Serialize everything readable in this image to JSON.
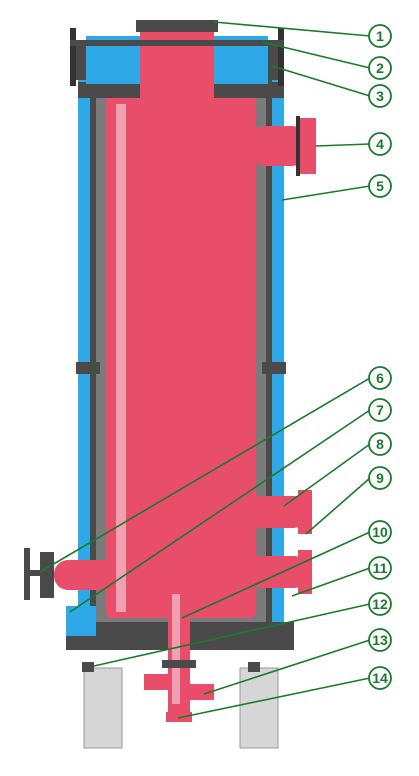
{
  "diagram": {
    "callouts": [
      {
        "id": 1,
        "label": "1"
      },
      {
        "id": 2,
        "label": "2"
      },
      {
        "id": 3,
        "label": "3"
      },
      {
        "id": 4,
        "label": "4"
      },
      {
        "id": 5,
        "label": "5"
      },
      {
        "id": 6,
        "label": "6"
      },
      {
        "id": 7,
        "label": "7"
      },
      {
        "id": 8,
        "label": "8"
      },
      {
        "id": 9,
        "label": "9"
      },
      {
        "id": 10,
        "label": "10"
      },
      {
        "id": 11,
        "label": "11"
      },
      {
        "id": 12,
        "label": "12"
      },
      {
        "id": 13,
        "label": "13"
      },
      {
        "id": 14,
        "label": "14"
      }
    ],
    "colors": {
      "inner_vessel": "#e84d69",
      "outer_jacket": "#2ea8e6",
      "insulation": "#4a4a4a",
      "leader_lines": "#1a7a2c",
      "support_legs": "#d6d6d6"
    }
  }
}
